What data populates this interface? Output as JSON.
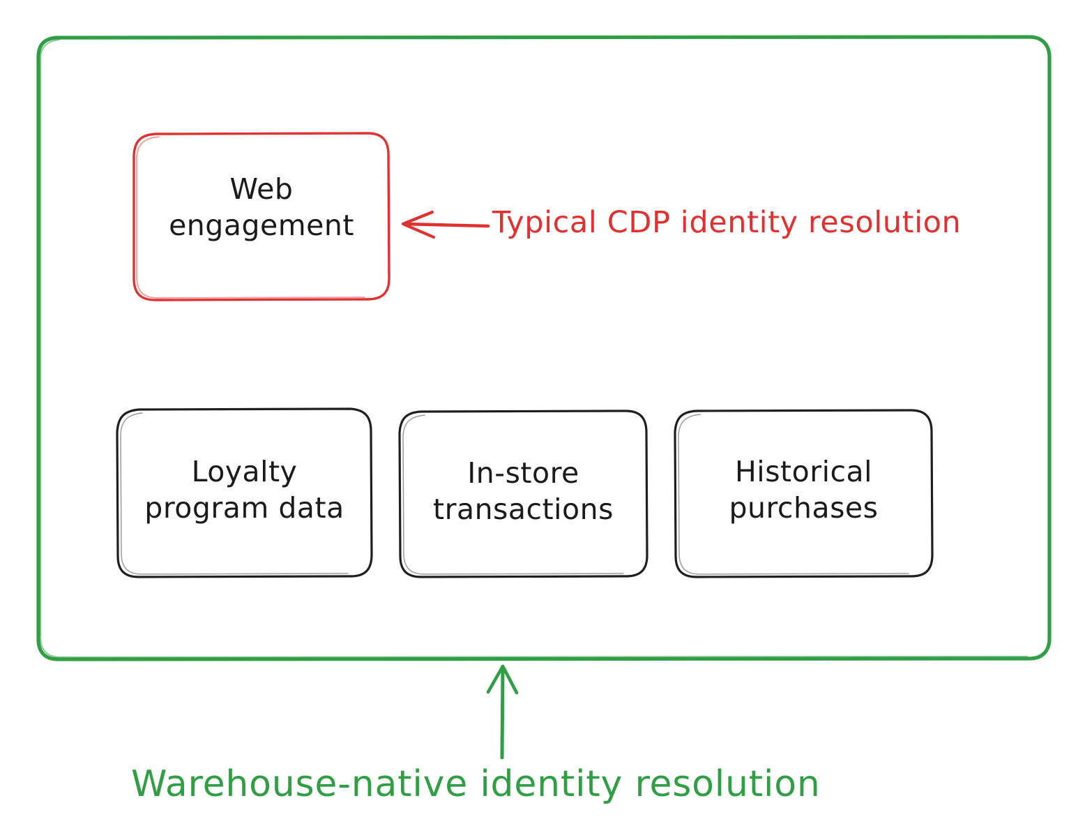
{
  "diagram": {
    "title_caption": "Warehouse-native identity resolution",
    "container": {
      "name": "warehouse-scope-container",
      "stroke_color": "#2f9e44"
    },
    "nodes": [
      {
        "id": "web-engagement",
        "label": "Web\nengagement",
        "stroke_color": "#e03131",
        "highlight": "red"
      },
      {
        "id": "loyalty-program-data",
        "label": "Loyalty\nprogram data",
        "stroke_color": "#1e1e1e",
        "highlight": "none"
      },
      {
        "id": "in-store-transactions",
        "label": "In-store\ntransactions",
        "stroke_color": "#1e1e1e",
        "highlight": "none"
      },
      {
        "id": "historical-purchases",
        "label": "Historical\npurchases",
        "stroke_color": "#1e1e1e",
        "highlight": "none"
      }
    ],
    "annotations": [
      {
        "id": "cdp-annotation",
        "text": "Typical CDP identity resolution",
        "color": "#e03131",
        "arrow": "left-arrow",
        "points_to": "web-engagement"
      },
      {
        "id": "warehouse-annotation",
        "text": "Warehouse-native identity resolution",
        "color": "#2f9e44",
        "arrow": "up-arrow",
        "points_to": "warehouse-scope-container"
      }
    ],
    "colors": {
      "red": "#e03131",
      "green": "#2f9e44",
      "ink": "#1e1e1e",
      "background": "#ffffff"
    }
  }
}
